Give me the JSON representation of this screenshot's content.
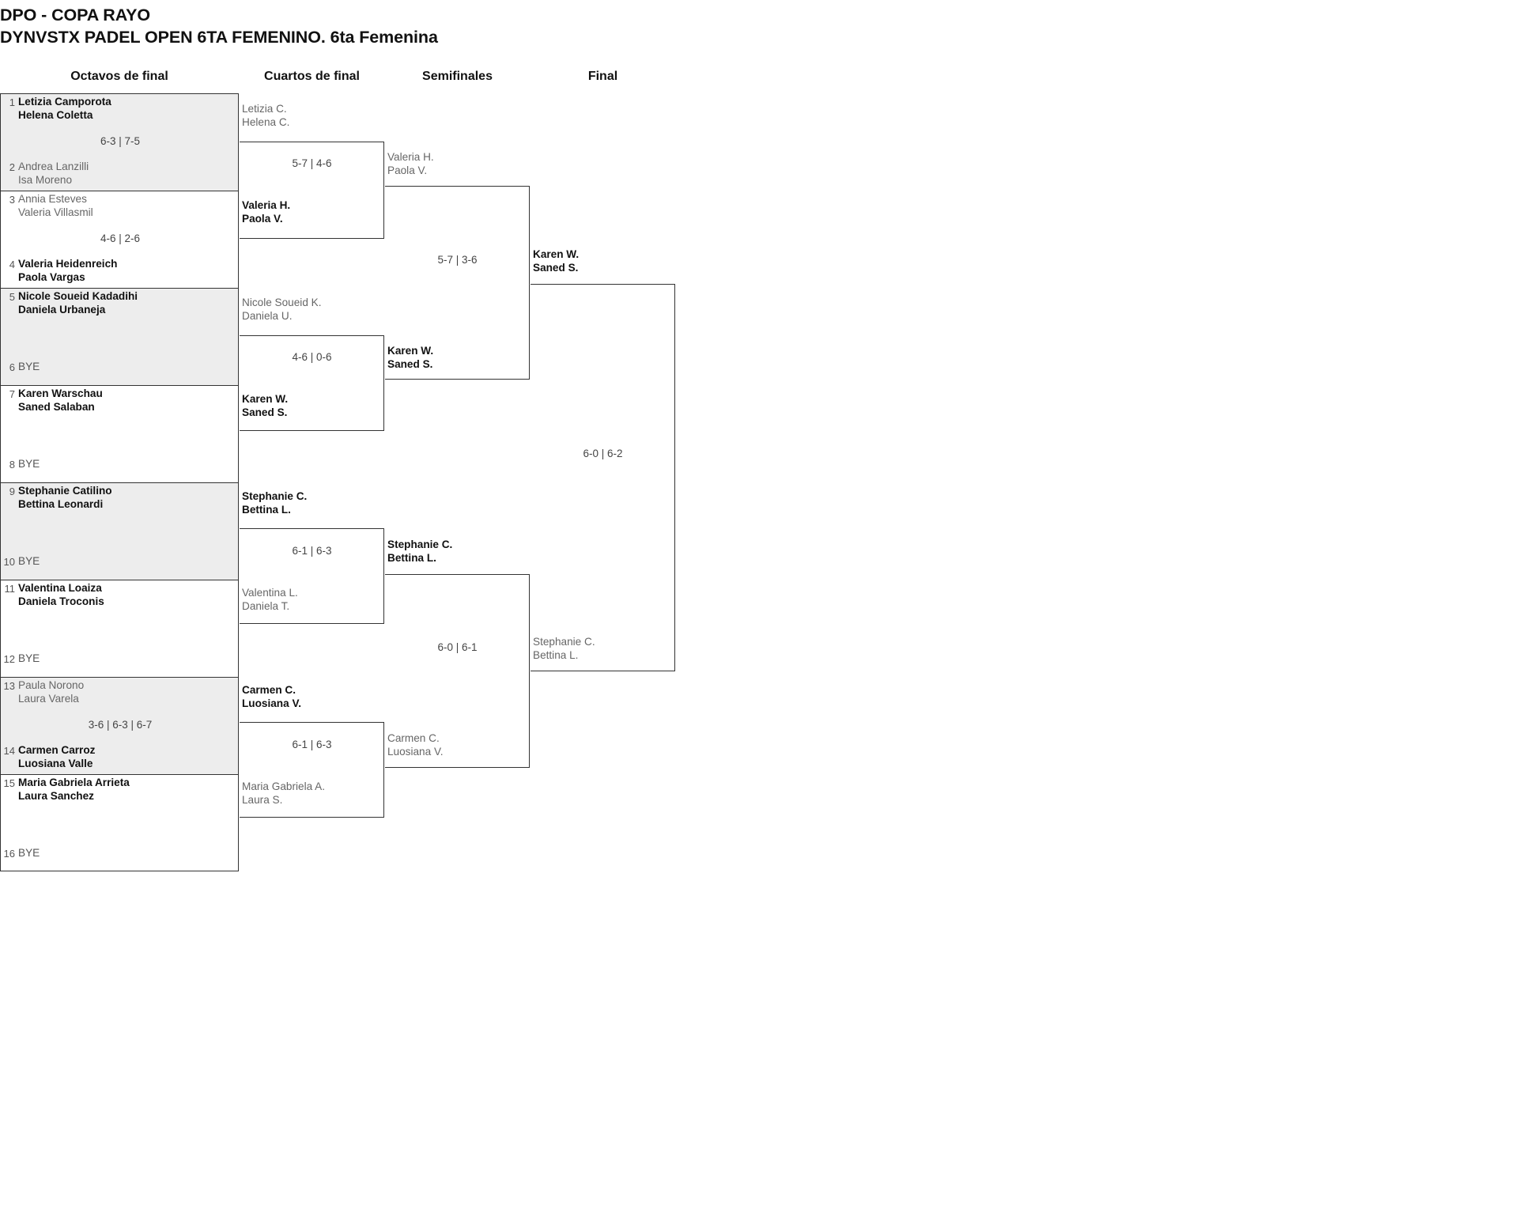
{
  "header": {
    "line1": "DPO - COPA RAYO",
    "line2": "DYNVSTX PADEL OPEN 6TA FEMENINO. 6ta Femenina"
  },
  "rounds": [
    {
      "label": "Octavos de final"
    },
    {
      "label": "Cuartos de final"
    },
    {
      "label": "Semifinales"
    },
    {
      "label": "Final"
    }
  ],
  "round1": {
    "matches": [
      {
        "score": "6-3 | 7-5",
        "top": {
          "seed": "1",
          "p1": "Letizia Camporota",
          "p2": "Helena Coletta",
          "state": "win"
        },
        "bottom": {
          "seed": "2",
          "p1": "Andrea Lanzilli",
          "p2": "Isa Moreno",
          "state": "lose"
        }
      },
      {
        "score": "4-6 | 2-6",
        "top": {
          "seed": "3",
          "p1": "Annia Esteves",
          "p2": "Valeria Villasmil",
          "state": "lose"
        },
        "bottom": {
          "seed": "4",
          "p1": "Valeria Heidenreich",
          "p2": "Paola Vargas",
          "state": "win"
        }
      },
      {
        "score": "",
        "top": {
          "seed": "5",
          "p1": "Nicole Soueid Kadadihi",
          "p2": "Daniela Urbaneja",
          "state": "win"
        },
        "bottom": {
          "seed": "6",
          "p1": "BYE",
          "p2": "",
          "state": "bye"
        }
      },
      {
        "score": "",
        "top": {
          "seed": "7",
          "p1": "Karen Warschau",
          "p2": "Saned Salaban",
          "state": "win"
        },
        "bottom": {
          "seed": "8",
          "p1": "BYE",
          "p2": "",
          "state": "bye"
        }
      },
      {
        "score": "",
        "top": {
          "seed": "9",
          "p1": "Stephanie Catilino",
          "p2": "Bettina Leonardi",
          "state": "win"
        },
        "bottom": {
          "seed": "10",
          "p1": "BYE",
          "p2": "",
          "state": "bye"
        }
      },
      {
        "score": "",
        "top": {
          "seed": "11",
          "p1": "Valentina Loaiza",
          "p2": "Daniela Troconis",
          "state": "win"
        },
        "bottom": {
          "seed": "12",
          "p1": "BYE",
          "p2": "",
          "state": "bye"
        }
      },
      {
        "score": "3-6 | 6-3 | 6-7",
        "top": {
          "seed": "13",
          "p1": "Paula Norono",
          "p2": "Laura Varela",
          "state": "lose"
        },
        "bottom": {
          "seed": "14",
          "p1": "Carmen Carroz",
          "p2": "Luosiana Valle",
          "state": "win"
        }
      },
      {
        "score": "",
        "top": {
          "seed": "15",
          "p1": "Maria Gabriela Arrieta",
          "p2": "Laura Sanchez",
          "state": "win"
        },
        "bottom": {
          "seed": "16",
          "p1": "BYE",
          "p2": "",
          "state": "bye"
        }
      }
    ]
  },
  "round2": {
    "matches": [
      {
        "score": "5-7 | 4-6",
        "top": {
          "p1": "Letizia C.",
          "p2": "Helena C.",
          "state": "lose"
        },
        "bottom": {
          "p1": "Valeria H.",
          "p2": "Paola V.",
          "state": "win"
        }
      },
      {
        "score": "4-6 | 0-6",
        "top": {
          "p1": "Nicole Soueid K.",
          "p2": "Daniela U.",
          "state": "lose"
        },
        "bottom": {
          "p1": "Karen W.",
          "p2": "Saned S.",
          "state": "win"
        }
      },
      {
        "score": "6-1 | 6-3",
        "top": {
          "p1": "Stephanie C.",
          "p2": "Bettina L.",
          "state": "win"
        },
        "bottom": {
          "p1": "Valentina L.",
          "p2": "Daniela T.",
          "state": "lose"
        }
      },
      {
        "score": "6-1 | 6-3",
        "top": {
          "p1": "Carmen C.",
          "p2": "Luosiana V.",
          "state": "win"
        },
        "bottom": {
          "p1": "Maria Gabriela A.",
          "p2": "Laura S.",
          "state": "lose"
        }
      }
    ]
  },
  "round3": {
    "matches": [
      {
        "score": "5-7 | 3-6",
        "top": {
          "p1": "Valeria H.",
          "p2": "Paola V.",
          "state": "lose"
        },
        "bottom": {
          "p1": "Karen W.",
          "p2": "Saned S.",
          "state": "win"
        }
      },
      {
        "score": "6-0 | 6-1",
        "top": {
          "p1": "Stephanie C.",
          "p2": "Bettina L.",
          "state": "win"
        },
        "bottom": {
          "p1": "Carmen C.",
          "p2": "Luosiana V.",
          "state": "lose"
        }
      }
    ]
  },
  "round4": {
    "matches": [
      {
        "score": "6-0 | 6-2",
        "top": {
          "p1": "Karen W.",
          "p2": "Saned S.",
          "state": "win"
        },
        "bottom": {
          "p1": "Stephanie C.",
          "p2": "Bettina L.",
          "state": "lose"
        }
      }
    ]
  }
}
